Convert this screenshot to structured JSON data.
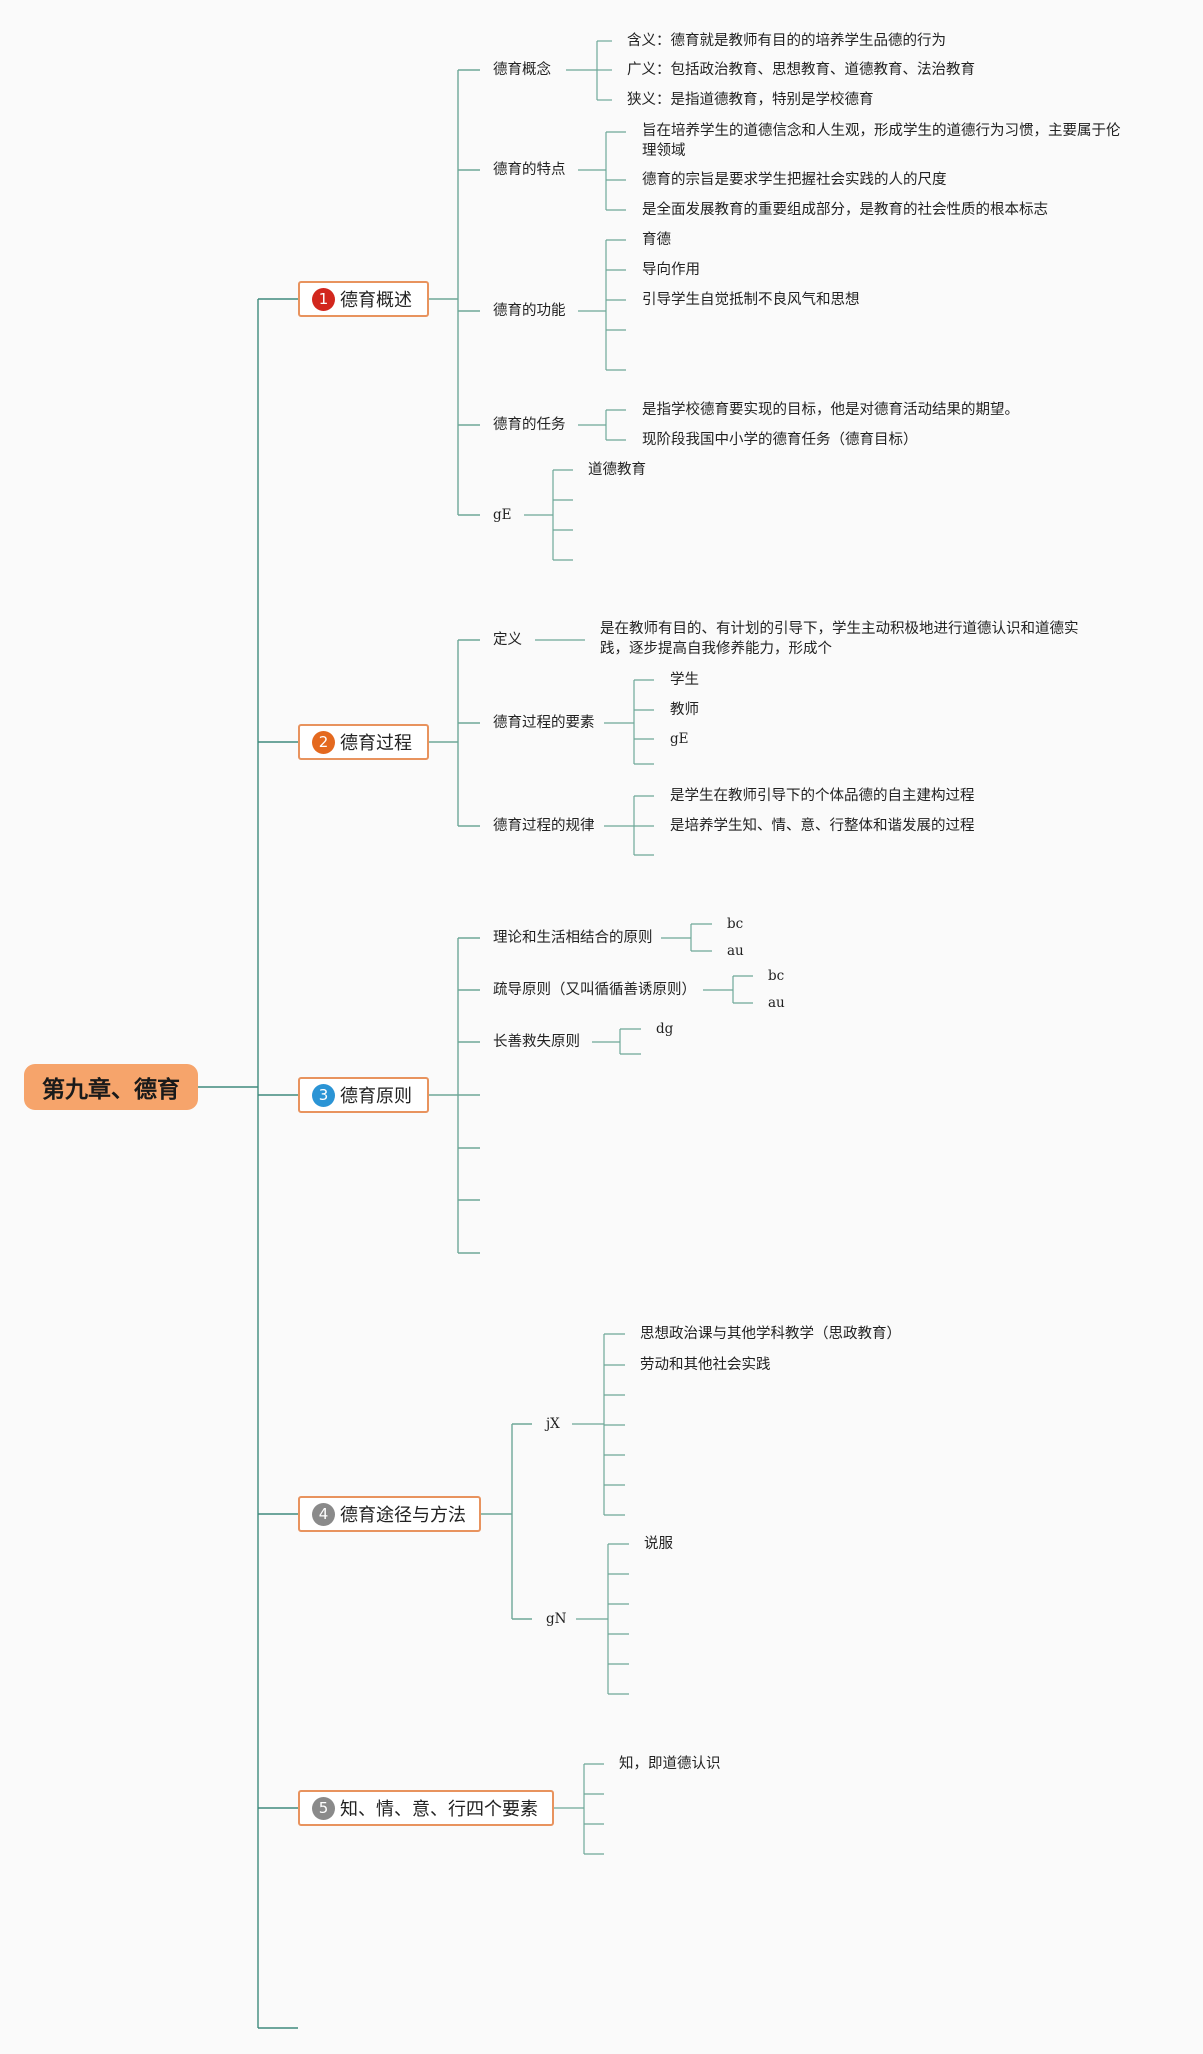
{
  "root": {
    "title": "第九章、德育"
  },
  "sections": [
    {
      "number": "1",
      "badge_color": "#d2271d",
      "title": "德育概述",
      "children": [
        {
          "label": "德育概念",
          "items": [
            "含义：德育就是教师有目的的培养学生品德的行为",
            "广义：包括政治教育、思想教育、道德教育、法治教育",
            "狭义：是指道德教育，特别是学校德育"
          ]
        },
        {
          "label": "德育的特点",
          "items": [
            "旨在培养学生的道德信念和人生观，形成学生的道德行为习惯，主要属于伦理领域",
            "德育的宗旨是要求学生把握社会实践的人的尺度",
            "是全面发展教育的重要组成部分，是教育的社会性质的根本标志"
          ]
        },
        {
          "label": "德育的功能",
          "items": [
            "育德",
            "导向作用",
            "引导学生自觉抵制不良风气和思想",
            "",
            ""
          ]
        },
        {
          "label": "德育的任务",
          "items": [
            "是指学校德育要实现的目标，他是对德育活动结果的期望。",
            "现阶段我国中小学的德育任务（德育目标）"
          ]
        },
        {
          "label": "gE",
          "items": [
            "道德教育",
            "",
            "",
            ""
          ]
        }
      ]
    },
    {
      "number": "2",
      "badge_color": "#e4691f",
      "title": "德育过程",
      "children": [
        {
          "label": "定义",
          "items": [
            "是在教师有目的、有计划的引导下，学生主动积极地进行道德认识和道德实践，逐步提高自我修养能力，形成个"
          ]
        },
        {
          "label": "德育过程的要素",
          "items": [
            "学生",
            "教师",
            "gE",
            ""
          ]
        },
        {
          "label": "德育过程的规律",
          "items": [
            "是学生在教师引导下的个体品德的自主建构过程",
            "是培养学生知、情、意、行整体和谐发展的过程",
            ""
          ]
        }
      ]
    },
    {
      "number": "3",
      "badge_color": "#2b94d5",
      "title": "德育原则",
      "children": [
        {
          "label": "理论和生活相结合的原则",
          "items": [
            "bc",
            "au"
          ]
        },
        {
          "label": "疏导原则（又叫循循善诱原则）",
          "items": [
            "bc",
            "au"
          ]
        },
        {
          "label": "长善救失原则",
          "items": [
            "dg",
            ""
          ]
        },
        {
          "label": "",
          "items": []
        },
        {
          "label": "",
          "items": []
        },
        {
          "label": "",
          "items": []
        },
        {
          "label": "",
          "items": []
        }
      ]
    },
    {
      "number": "4",
      "badge_color": "#8a8a8a",
      "title": "德育途径与方法",
      "children": [
        {
          "label": "jX",
          "items": [
            "思想政治课与其他学科教学（思政教育）",
            "劳动和其他社会实践",
            "",
            "",
            "",
            "",
            ""
          ]
        },
        {
          "label": "gN",
          "items": [
            "说服",
            "",
            "",
            "",
            "",
            ""
          ]
        }
      ]
    },
    {
      "number": "5",
      "badge_color": "#8a8a8a",
      "title": "知、情、意、行四个要素",
      "children": [
        {
          "label": "",
          "items": [
            "知，即道德认识",
            "",
            "",
            ""
          ]
        }
      ]
    },
    {
      "number": "",
      "badge_color": "",
      "title": "",
      "children": []
    }
  ],
  "colors": {
    "line": "#6ea898",
    "trunk": "#3f8a7c",
    "section_border": "#e8935e",
    "root_fill": "#f6a46b"
  }
}
